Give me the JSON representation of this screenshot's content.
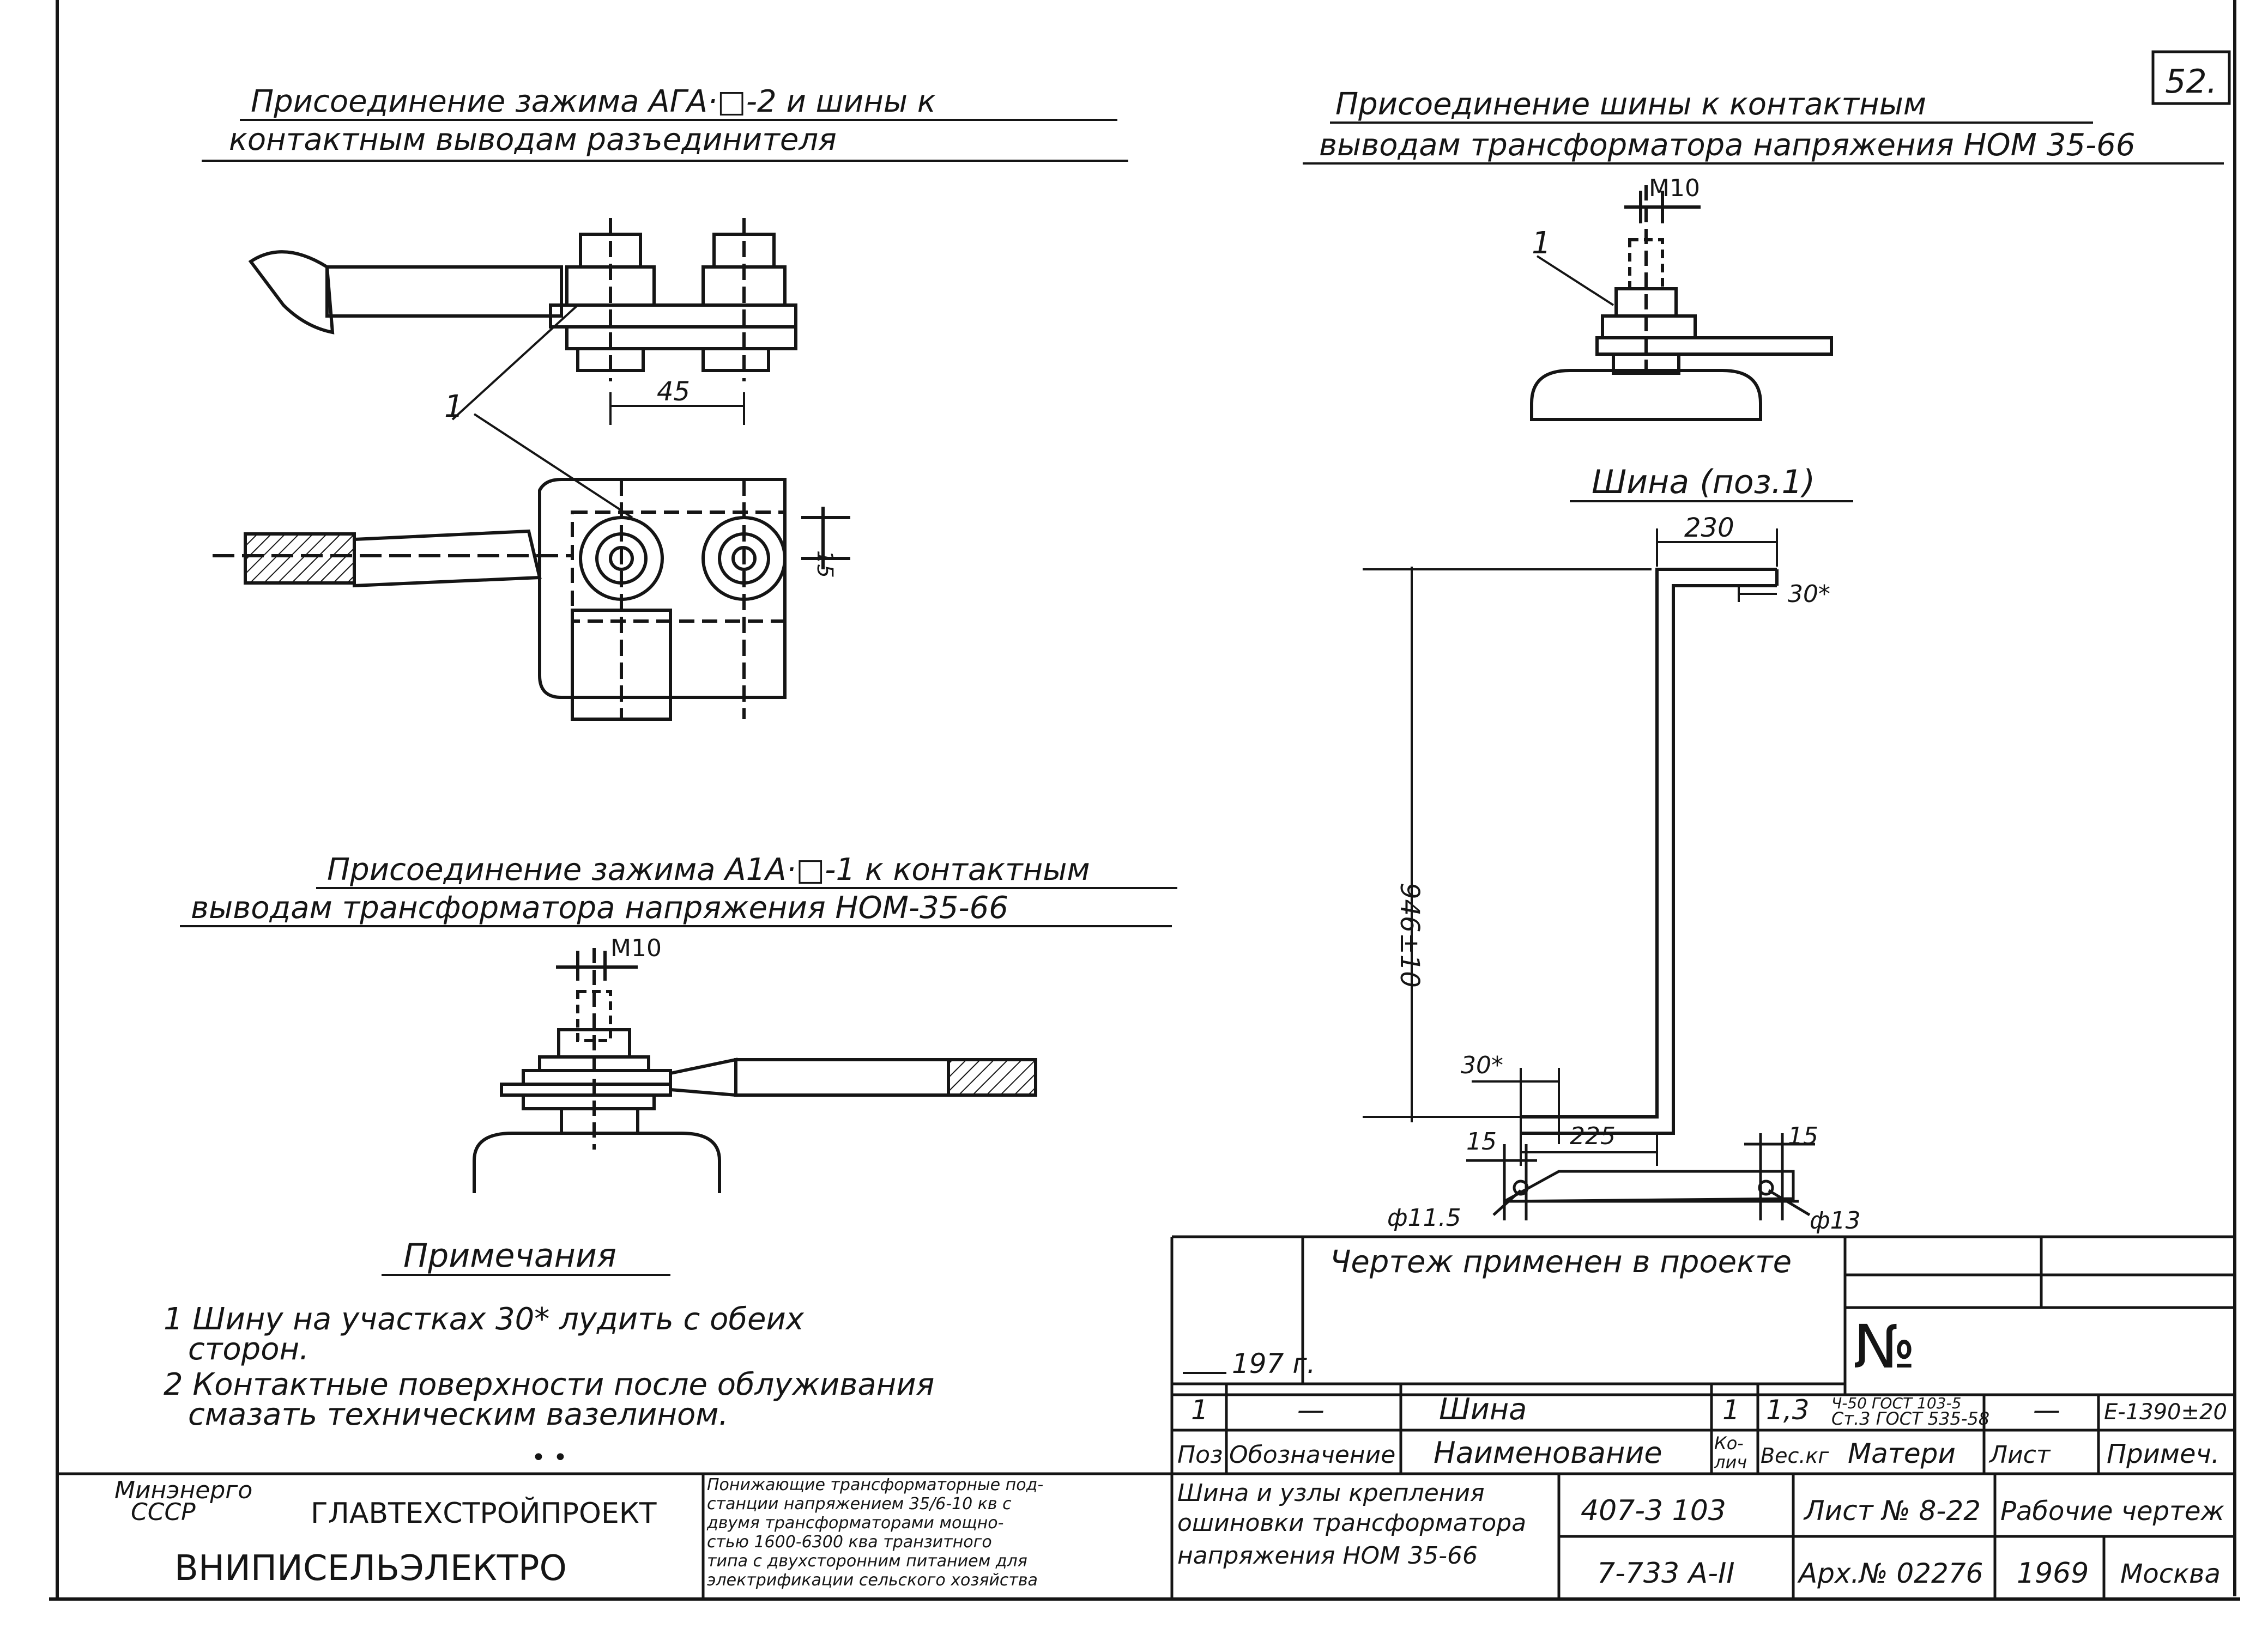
{
  "sheet_number": "52.",
  "view_top_left": {
    "title_line1": "Присоединение зажима АГА·□-2 и шины к",
    "title_line2": "контактным выводам разъединителя",
    "callout": "1",
    "dim_spacing": "45",
    "dim_side": "15"
  },
  "view_top_right": {
    "title_line1": "Присоединение шины к контактным",
    "title_line2": "выводам трансформатора напряжения НОМ 35-66",
    "thread": "M10",
    "callout": "1"
  },
  "view_mid_left": {
    "title_line1": "Присоединение зажима А1А·□-1 к контактным",
    "title_line2": "выводам трансформатора напряжения НОМ-35-66",
    "thread": "M10"
  },
  "busbar": {
    "title": "Шина (поз.1)",
    "dim_top": "230",
    "dim_top_tin": "30*",
    "dim_height": "946±10",
    "dim_bottom_tin": "30*",
    "dim_bottom": "225",
    "dim_left_hole": "15",
    "dim_right_hole": "15",
    "hole_left": "ф11.5",
    "hole_right": "ф13"
  },
  "notes": {
    "heading": "Примечания",
    "items": [
      {
        "line1": "1 Шину на участках 30* лудить с обеих",
        "line2": "сторон."
      },
      {
        "line1": "2 Контактные поверхности после облуживания",
        "line2": "смазать техническим вазелином."
      }
    ],
    "marker": "• •"
  },
  "project_stamp": {
    "text": "Чертеж применен в проекте",
    "year": "197 г.",
    "number_sign": "№"
  },
  "spec_table": {
    "row": {
      "pos": "1",
      "designation": "—",
      "name": "Шина",
      "qty": "1",
      "weight": "1,3",
      "material_line1": "Ч-50 ГОСТ 103-5",
      "material_line2": "Ст.3 ГОСТ 535-58",
      "sheet": "—",
      "remark": "Е-1390±20"
    },
    "headers": {
      "pos": "Поз",
      "designation": "Обозначение",
      "name": "Наименование",
      "qty_line1": "Ко-",
      "qty_line2": "лич",
      "weight": "Вес.кг",
      "material": "Матери",
      "sheet": "Лист",
      "remark": "Примеч."
    }
  },
  "title_block": {
    "ministry_line1": "Минэнерго",
    "ministry_line2": "СССР",
    "org1": "ГЛАВТЕХСТРОЙПРОЕКТ",
    "org2": "ВНИПИСЕЛЬЭЛЕКТРО",
    "project_desc": [
      "Понижающие трансформаторные под-",
      "станции напряжением 35/6-10 кв с",
      "двумя трансформаторами мощно-",
      "стью 1600-6300 ква транзитного",
      "типа с двухсторонним питанием для",
      "электрификации сельского хозяйства"
    ],
    "drawing_title": [
      "Шина и узлы крепления",
      "ошиновки трансформатора",
      "напряжения НОМ 35-66"
    ],
    "code1": "407-3 103",
    "code2": "7-733 А-II",
    "sheet_no": "Лист № 8-22",
    "archive_no": "Арх.№ 02276",
    "doc_type": "Рабочие чертеж",
    "year": "1969",
    "city": "Москва"
  }
}
